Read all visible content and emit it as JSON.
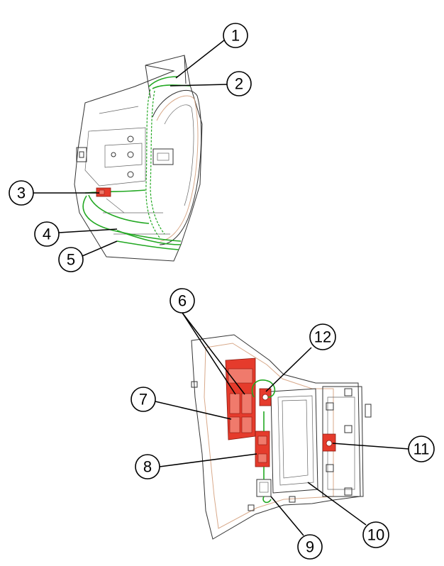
{
  "callouts": [
    {
      "label": "1"
    },
    {
      "label": "2"
    },
    {
      "label": "3"
    },
    {
      "label": "4"
    },
    {
      "label": "5"
    },
    {
      "label": "6"
    },
    {
      "label": "7"
    },
    {
      "label": "8"
    },
    {
      "label": "9"
    },
    {
      "label": "10"
    },
    {
      "label": "11"
    },
    {
      "label": "12"
    }
  ],
  "colors": {
    "harness": "#22a822",
    "component": "#e53b2c",
    "outline": "#333333",
    "inner_trim": "#d8a98a"
  }
}
